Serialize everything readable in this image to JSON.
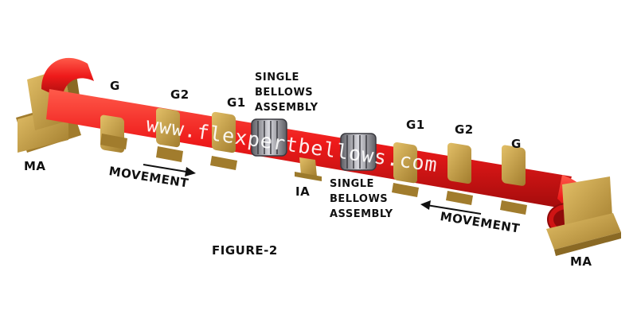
{
  "labels": {
    "ma_left": "MA",
    "ma_right": "MA",
    "g_left": "G",
    "g2_left": "G2",
    "g1_left": "G1",
    "g1_right": "G1",
    "g2_right": "G2",
    "g_right": "G",
    "ia": "IA",
    "bellows_top": "SINGLE\nBELLOWS\nASSEMBLY",
    "bellows_bottom": "SINGLE\nBELLOWS\nASSEMBLY",
    "movement_left": "MOVEMENT",
    "movement_right": "MOVEMENT",
    "figure": "FIGURE-2"
  },
  "watermark": "www.flexpertbellows.com",
  "colors": {
    "pipe": "#ee1a1a",
    "pipe_shadow": "#b50f0f",
    "anchor": "#c9a24a",
    "anchor_dark": "#9c7a2c",
    "bellows": "#8a8a90",
    "label": "#111111"
  }
}
